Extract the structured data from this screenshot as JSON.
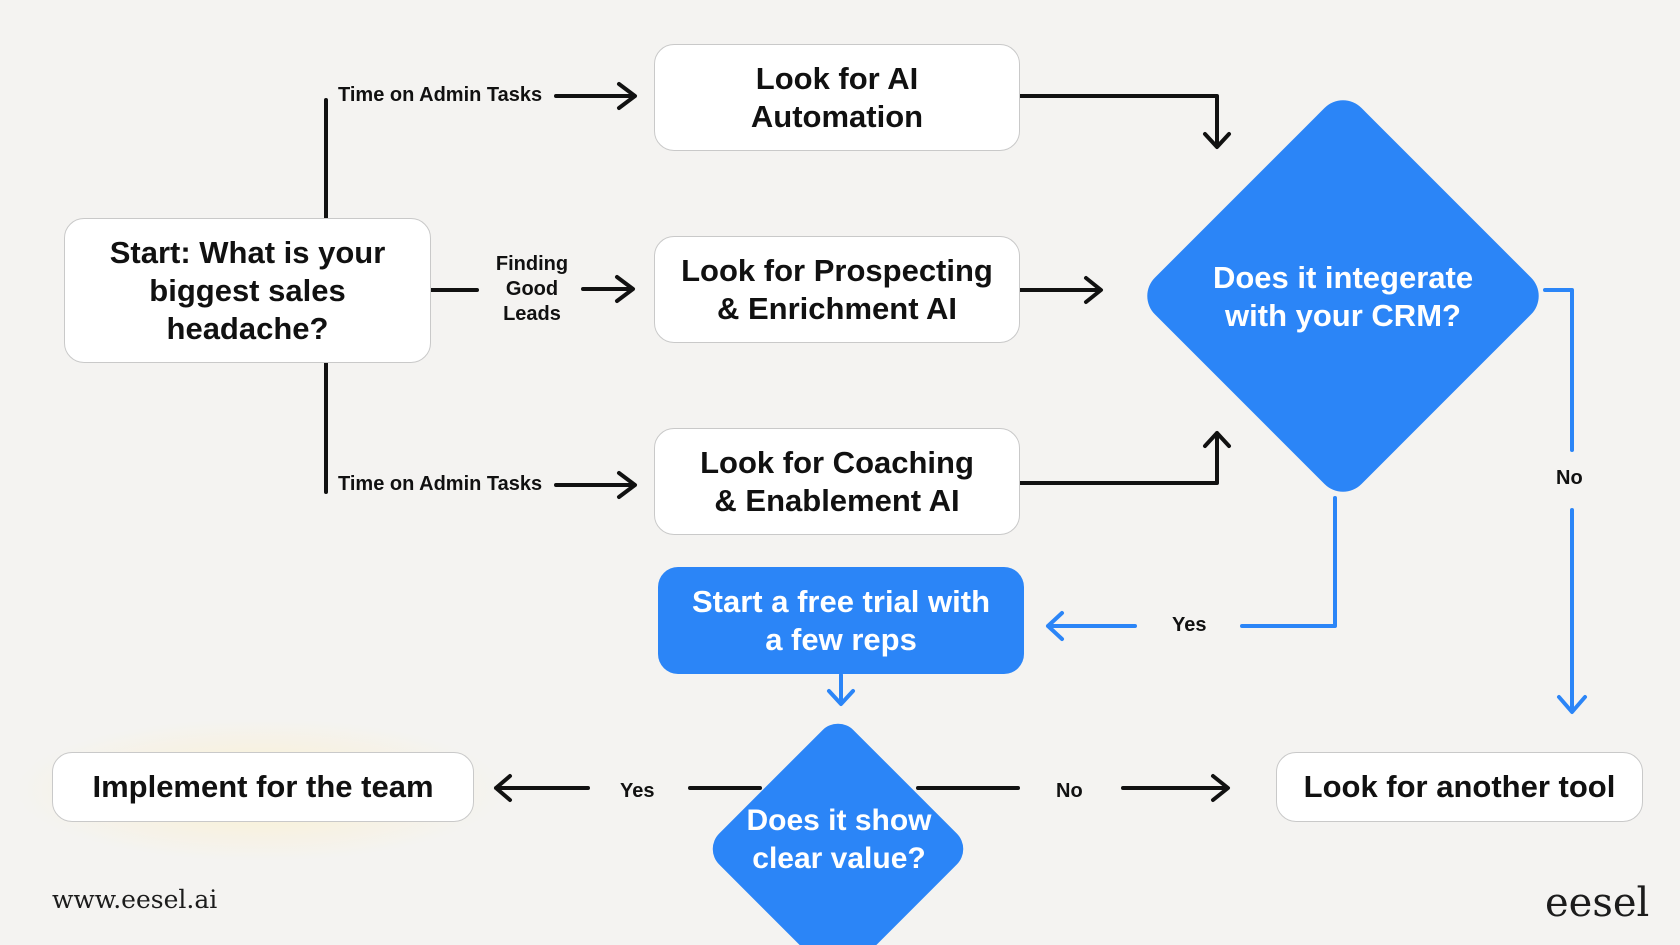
{
  "nodes": {
    "start": "Start: What is your biggest sales headache?",
    "automation": "Look for AI Automation",
    "prospecting": "Look for Prospecting & Enrichment AI",
    "coaching": "Look for Coaching & Enablement AI",
    "crm_question": "Does it integerate with your CRM?",
    "free_trial": "Start a free trial with a few reps",
    "value_question": "Does it show clear value?",
    "implement": "Implement for the team",
    "another_tool": "Look for another tool"
  },
  "edges": {
    "admin_top": "Time on Admin Tasks",
    "finding_leads": "Finding Good Leads",
    "admin_bottom": "Time on Admin Tasks",
    "crm_no": "No",
    "crm_yes": "Yes",
    "value_yes": "Yes",
    "value_no": "No"
  },
  "footer": {
    "url": "www.eesel.ai",
    "logo": "eesel"
  },
  "colors": {
    "accent_blue": "#2b85f7",
    "line_dark": "#111111",
    "background": "#f4f3f1"
  }
}
